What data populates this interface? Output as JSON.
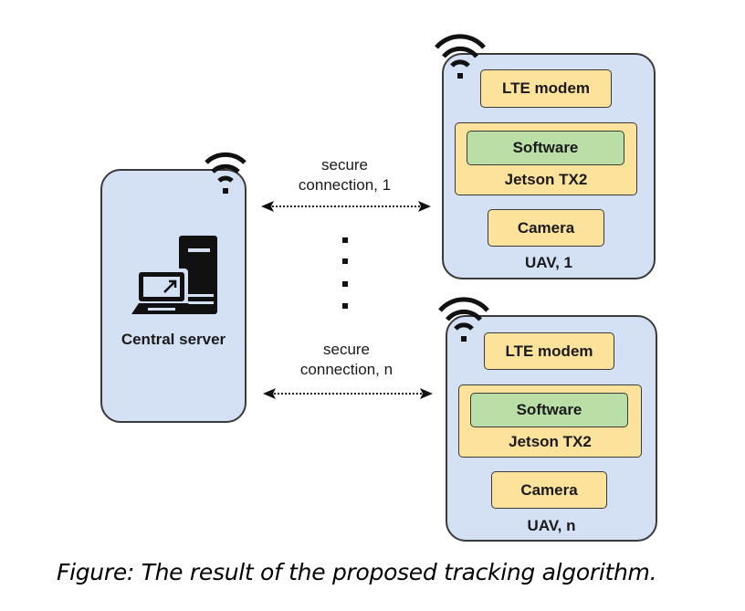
{
  "diagram": {
    "server": {
      "label": "Central server",
      "icon": "computer-server-icon",
      "signal_icon": "wifi-icon"
    },
    "connections": [
      {
        "line1": "secure",
        "line2": "connection, 1",
        "style": "dotted-bidirectional-arrow"
      },
      {
        "line1": "secure",
        "line2": "connection, n",
        "style": "dotted-bidirectional-arrow"
      }
    ],
    "ellipsis": "vertical-dots",
    "uavs": [
      {
        "label": "UAV, 1",
        "signal_icon": "wifi-icon",
        "modem": "LTE modem",
        "board": "Jetson TX2",
        "software": "Software",
        "camera": "Camera"
      },
      {
        "label": "UAV, n",
        "signal_icon": "wifi-icon",
        "modem": "LTE modem",
        "board": "Jetson TX2",
        "software": "Software",
        "camera": "Camera"
      }
    ],
    "colors": {
      "container": "#d4e1f5",
      "component": "#fde29b",
      "software": "#b9dfa6",
      "border": "#3a3a3a"
    }
  },
  "caption": "Figure: The result of the proposed tracking algorithm."
}
